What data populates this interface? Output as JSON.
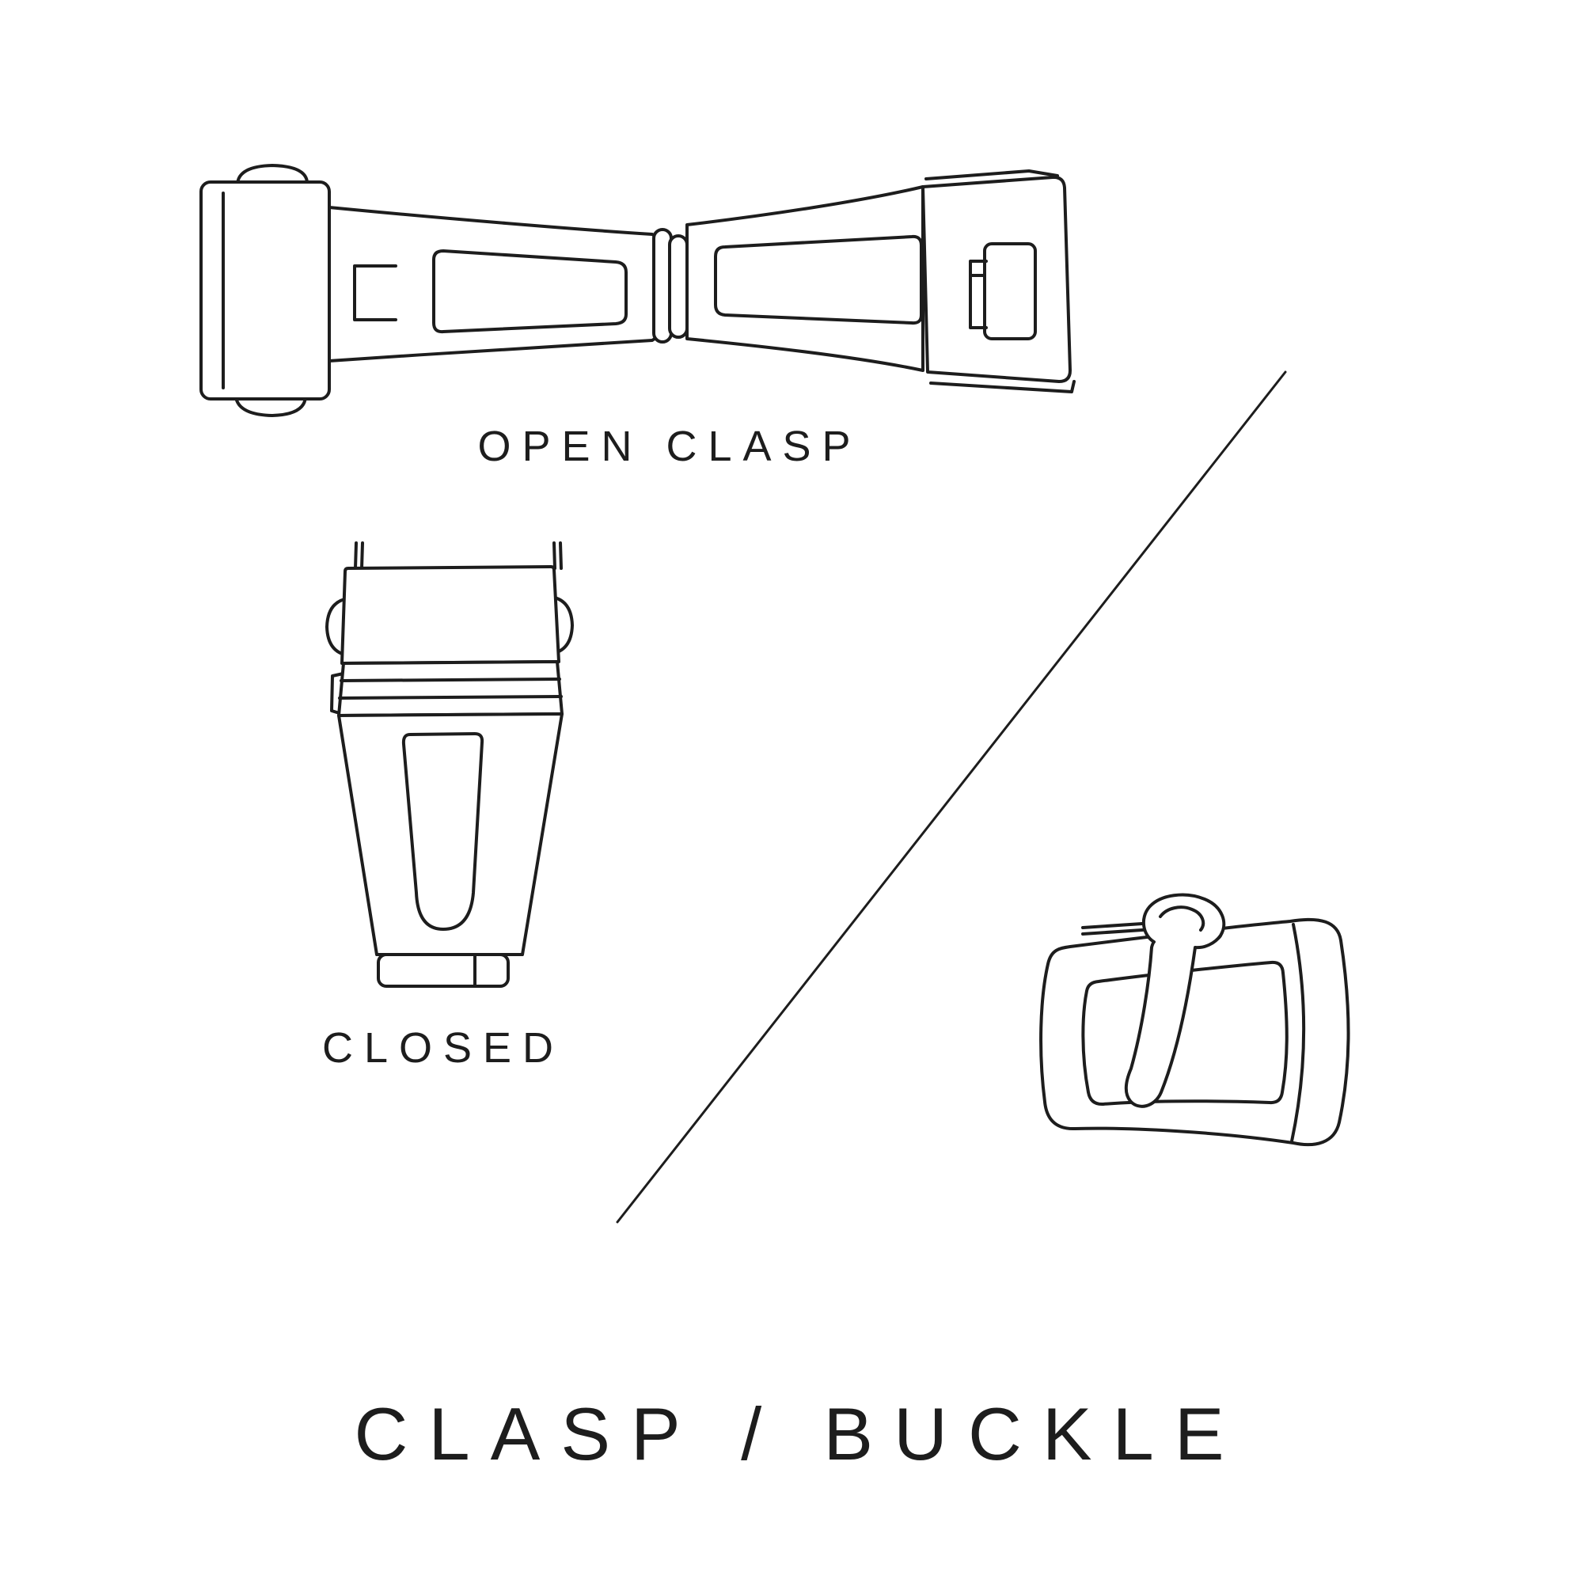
{
  "labels": {
    "open_clasp": "OPEN CLASP",
    "closed": "CLOSED",
    "title": "CLASP / BUCKLE"
  },
  "illustrations": [
    {
      "name": "open-clasp",
      "caption": "OPEN CLASP"
    },
    {
      "name": "closed-clasp",
      "caption": "CLOSED"
    },
    {
      "name": "buckle",
      "caption": ""
    }
  ],
  "colors": {
    "line": "#1d1d1d",
    "background": "#ffffff",
    "text": "#1d1d1d"
  }
}
